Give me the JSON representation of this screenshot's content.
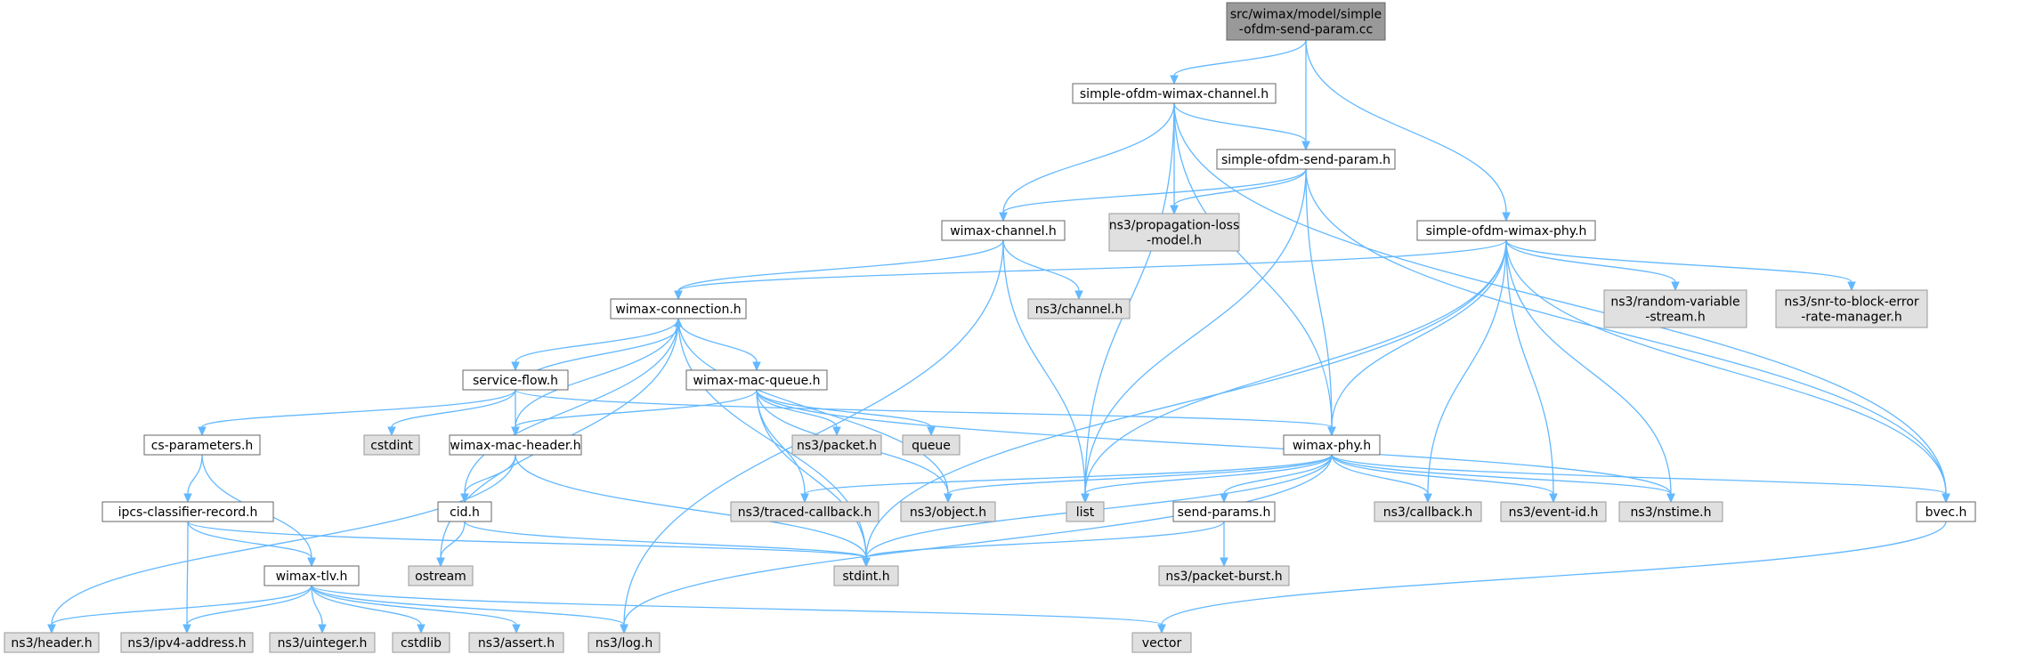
{
  "colors": {
    "edge": "#63b8ff",
    "root_fill": "#999999",
    "documented_fill": "#ffffff",
    "external_fill": "#e0e0e0",
    "node_border_dark": "#666666",
    "node_border_light": "#999999"
  },
  "nodes": [
    {
      "id": "root",
      "lines": [
        "src/wimax/model/simple",
        "-ofdm-send-param.cc"
      ],
      "kind": "root"
    },
    {
      "id": "ofdm_channel",
      "lines": [
        "simple-ofdm-wimax-channel.h"
      ],
      "kind": "documented"
    },
    {
      "id": "send_param_h",
      "lines": [
        "simple-ofdm-send-param.h"
      ],
      "kind": "documented"
    },
    {
      "id": "ofdm_phy",
      "lines": [
        "simple-ofdm-wimax-phy.h"
      ],
      "kind": "documented"
    },
    {
      "id": "wimax_channel",
      "lines": [
        "wimax-channel.h"
      ],
      "kind": "documented"
    },
    {
      "id": "prop_loss",
      "lines": [
        "ns3/propagation-loss",
        "-model.h"
      ],
      "kind": "external"
    },
    {
      "id": "random_var",
      "lines": [
        "ns3/random-variable",
        "-stream.h"
      ],
      "kind": "external"
    },
    {
      "id": "snr_block",
      "lines": [
        "ns3/snr-to-block-error",
        "-rate-manager.h"
      ],
      "kind": "external"
    },
    {
      "id": "wimax_conn",
      "lines": [
        "wimax-connection.h"
      ],
      "kind": "documented"
    },
    {
      "id": "ns3_channel",
      "lines": [
        "ns3/channel.h"
      ],
      "kind": "external"
    },
    {
      "id": "service_flow",
      "lines": [
        "service-flow.h"
      ],
      "kind": "documented"
    },
    {
      "id": "mac_queue",
      "lines": [
        "wimax-mac-queue.h"
      ],
      "kind": "documented"
    },
    {
      "id": "cs_params",
      "lines": [
        "cs-parameters.h"
      ],
      "kind": "documented"
    },
    {
      "id": "cstdint",
      "lines": [
        "cstdint"
      ],
      "kind": "external"
    },
    {
      "id": "mac_header",
      "lines": [
        "wimax-mac-header.h"
      ],
      "kind": "documented"
    },
    {
      "id": "packet",
      "lines": [
        "ns3/packet.h"
      ],
      "kind": "external"
    },
    {
      "id": "queue",
      "lines": [
        "queue"
      ],
      "kind": "external"
    },
    {
      "id": "wimax_phy",
      "lines": [
        "wimax-phy.h"
      ],
      "kind": "documented"
    },
    {
      "id": "ipcs",
      "lines": [
        "ipcs-classifier-record.h"
      ],
      "kind": "documented"
    },
    {
      "id": "cid",
      "lines": [
        "cid.h"
      ],
      "kind": "documented"
    },
    {
      "id": "traced_cb",
      "lines": [
        "ns3/traced-callback.h"
      ],
      "kind": "external"
    },
    {
      "id": "object",
      "lines": [
        "ns3/object.h"
      ],
      "kind": "external"
    },
    {
      "id": "list",
      "lines": [
        "list"
      ],
      "kind": "external"
    },
    {
      "id": "send_params",
      "lines": [
        "send-params.h"
      ],
      "kind": "documented"
    },
    {
      "id": "callback",
      "lines": [
        "ns3/callback.h"
      ],
      "kind": "external"
    },
    {
      "id": "event_id",
      "lines": [
        "ns3/event-id.h"
      ],
      "kind": "external"
    },
    {
      "id": "nstime",
      "lines": [
        "ns3/nstime.h"
      ],
      "kind": "external"
    },
    {
      "id": "bvec",
      "lines": [
        "bvec.h"
      ],
      "kind": "documented"
    },
    {
      "id": "wimax_tlv",
      "lines": [
        "wimax-tlv.h"
      ],
      "kind": "documented"
    },
    {
      "id": "ostream",
      "lines": [
        "ostream"
      ],
      "kind": "external"
    },
    {
      "id": "stdint",
      "lines": [
        "stdint.h"
      ],
      "kind": "external"
    },
    {
      "id": "packet_burst",
      "lines": [
        "ns3/packet-burst.h"
      ],
      "kind": "external"
    },
    {
      "id": "header",
      "lines": [
        "ns3/header.h"
      ],
      "kind": "external"
    },
    {
      "id": "ipv4",
      "lines": [
        "ns3/ipv4-address.h"
      ],
      "kind": "external"
    },
    {
      "id": "uinteger",
      "lines": [
        "ns3/uinteger.h"
      ],
      "kind": "external"
    },
    {
      "id": "cstdlib",
      "lines": [
        "cstdlib"
      ],
      "kind": "external"
    },
    {
      "id": "assert",
      "lines": [
        "ns3/assert.h"
      ],
      "kind": "external"
    },
    {
      "id": "log",
      "lines": [
        "ns3/log.h"
      ],
      "kind": "external"
    },
    {
      "id": "vector",
      "lines": [
        "vector"
      ],
      "kind": "external"
    }
  ],
  "edges": [
    [
      "root",
      "ofdm_channel"
    ],
    [
      "root",
      "send_param_h"
    ],
    [
      "root",
      "ofdm_phy"
    ],
    [
      "ofdm_channel",
      "send_param_h"
    ],
    [
      "ofdm_channel",
      "wimax_channel"
    ],
    [
      "ofdm_channel",
      "prop_loss"
    ],
    [
      "ofdm_channel",
      "wimax_phy"
    ],
    [
      "ofdm_channel",
      "list"
    ],
    [
      "ofdm_channel",
      "bvec"
    ],
    [
      "send_param_h",
      "wimax_channel"
    ],
    [
      "send_param_h",
      "prop_loss"
    ],
    [
      "send_param_h",
      "wimax_phy"
    ],
    [
      "send_param_h",
      "list"
    ],
    [
      "send_param_h",
      "bvec"
    ],
    [
      "ofdm_phy",
      "wimax_conn"
    ],
    [
      "ofdm_phy",
      "random_var"
    ],
    [
      "ofdm_phy",
      "snr_block"
    ],
    [
      "ofdm_phy",
      "wimax_phy"
    ],
    [
      "ofdm_phy",
      "list"
    ],
    [
      "ofdm_phy",
      "callback"
    ],
    [
      "ofdm_phy",
      "event_id"
    ],
    [
      "ofdm_phy",
      "nstime"
    ],
    [
      "ofdm_phy",
      "stdint"
    ],
    [
      "ofdm_phy",
      "bvec"
    ],
    [
      "wimax_channel",
      "wimax_conn"
    ],
    [
      "wimax_channel",
      "ns3_channel"
    ],
    [
      "wimax_channel",
      "list"
    ],
    [
      "wimax_channel",
      "log"
    ],
    [
      "wimax_conn",
      "service_flow"
    ],
    [
      "wimax_conn",
      "mac_queue"
    ],
    [
      "wimax_conn",
      "mac_header"
    ],
    [
      "wimax_conn",
      "cid"
    ],
    [
      "wimax_conn",
      "object"
    ],
    [
      "wimax_conn",
      "stdint"
    ],
    [
      "wimax_conn",
      "ostream"
    ],
    [
      "service_flow",
      "wimax_conn"
    ],
    [
      "service_flow",
      "cs_params"
    ],
    [
      "service_flow",
      "cstdint"
    ],
    [
      "service_flow",
      "mac_header"
    ],
    [
      "service_flow",
      "wimax_phy"
    ],
    [
      "mac_queue",
      "mac_header"
    ],
    [
      "mac_queue",
      "packet"
    ],
    [
      "mac_queue",
      "queue"
    ],
    [
      "mac_queue",
      "traced_cb"
    ],
    [
      "mac_queue",
      "object"
    ],
    [
      "mac_queue",
      "stdint"
    ],
    [
      "mac_queue",
      "nstime"
    ],
    [
      "cs_params",
      "ipcs"
    ],
    [
      "cs_params",
      "wimax_tlv"
    ],
    [
      "mac_header",
      "cid"
    ],
    [
      "mac_header",
      "header"
    ],
    [
      "mac_header",
      "stdint"
    ],
    [
      "ipcs",
      "wimax_tlv"
    ],
    [
      "ipcs",
      "ipv4"
    ],
    [
      "ipcs",
      "stdint"
    ],
    [
      "cid",
      "ostream"
    ],
    [
      "cid",
      "stdint"
    ],
    [
      "wimax_phy",
      "traced_cb"
    ],
    [
      "wimax_phy",
      "object"
    ],
    [
      "wimax_phy",
      "list"
    ],
    [
      "wimax_phy",
      "send_params"
    ],
    [
      "wimax_phy",
      "callback"
    ],
    [
      "wimax_phy",
      "event_id"
    ],
    [
      "wimax_phy",
      "nstime"
    ],
    [
      "wimax_phy",
      "stdint"
    ],
    [
      "wimax_phy",
      "bvec"
    ],
    [
      "wimax_phy",
      "log"
    ],
    [
      "send_params",
      "stdint"
    ],
    [
      "send_params",
      "packet_burst"
    ],
    [
      "bvec",
      "vector"
    ],
    [
      "wimax_tlv",
      "header"
    ],
    [
      "wimax_tlv",
      "ipv4"
    ],
    [
      "wimax_tlv",
      "uinteger"
    ],
    [
      "wimax_tlv",
      "cstdlib"
    ],
    [
      "wimax_tlv",
      "assert"
    ],
    [
      "wimax_tlv",
      "log"
    ],
    [
      "wimax_tlv",
      "vector"
    ]
  ]
}
